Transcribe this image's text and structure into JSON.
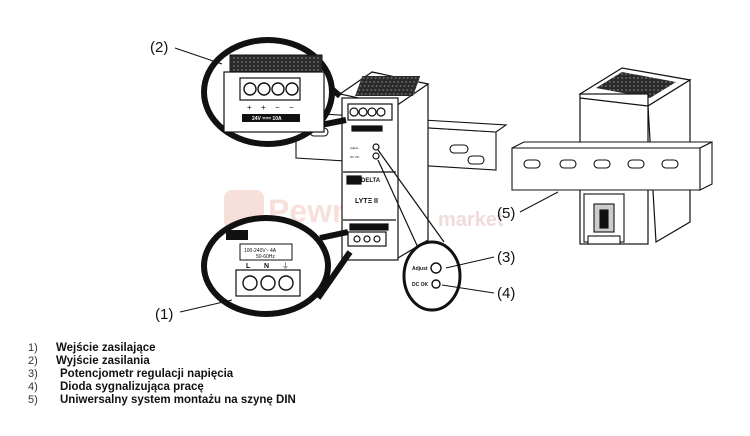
{
  "callouts": {
    "c1": "(1)",
    "c2": "(2)",
    "c3": "(3)",
    "c4": "(4)",
    "c5": "(5)"
  },
  "device": {
    "brand": "DELTA",
    "model": "LYTΞ II",
    "output_rating": "24V === 10A",
    "input_rating": "100-240V~ 4A",
    "input_freq": "50-60Hz",
    "terminals_in": [
      "L",
      "N",
      "⏚"
    ],
    "terminals_out": [
      "+",
      "+",
      "−",
      "−"
    ],
    "adjust_label": "Adjust",
    "dcok_label": "DC OK"
  },
  "watermark": {
    "name": "PewnaKt",
    "suffix": "market"
  },
  "legend": [
    {
      "num": "1)",
      "text": "Wejście zasilające"
    },
    {
      "num": "2)",
      "text": "Wyjście zasilania"
    },
    {
      "num": "3)",
      "text": "Potencjometr regulacji napięcia"
    },
    {
      "num": "4)",
      "text": "Dioda sygnalizująca pracę"
    },
    {
      "num": "5)",
      "text": "Uniwersalny system montażu na szynę DIN"
    }
  ],
  "colors": {
    "ink": "#111111",
    "watermark": "#f3d3cc"
  }
}
